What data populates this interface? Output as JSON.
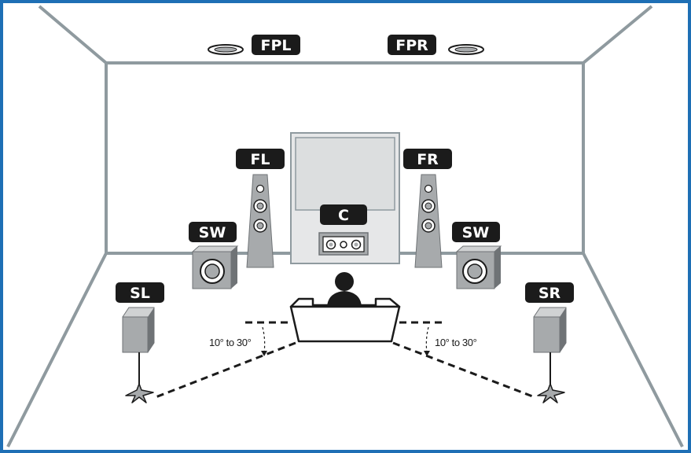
{
  "colors": {
    "frame": "#1e6fb5",
    "room_line": "#8f9a9f",
    "speaker_fill": "#a7aaac",
    "speaker_dark": "#6f7376",
    "label_bg": "#1b1b1b",
    "label_text": "#ffffff",
    "screen_fill": "#dcdedf",
    "line": "#1b1b1b"
  },
  "labels": {
    "fpl": "FPL",
    "fpr": "FPR",
    "fl": "FL",
    "fr": "FR",
    "c": "C",
    "sw_left": "SW",
    "sw_right": "SW",
    "sl": "SL",
    "sr": "SR"
  },
  "angles": {
    "left": "10° to 30°",
    "right": "10° to 30°"
  },
  "icons": {
    "ceiling_speaker": "ceiling-speaker-icon",
    "tower_speaker": "tower-speaker-icon",
    "center_speaker": "center-speaker-icon",
    "subwoofer": "subwoofer-icon",
    "surround_speaker": "surround-speaker-icon",
    "listener": "listener-icon",
    "sofa": "sofa-icon",
    "tv_screen": "tv-screen-icon"
  }
}
